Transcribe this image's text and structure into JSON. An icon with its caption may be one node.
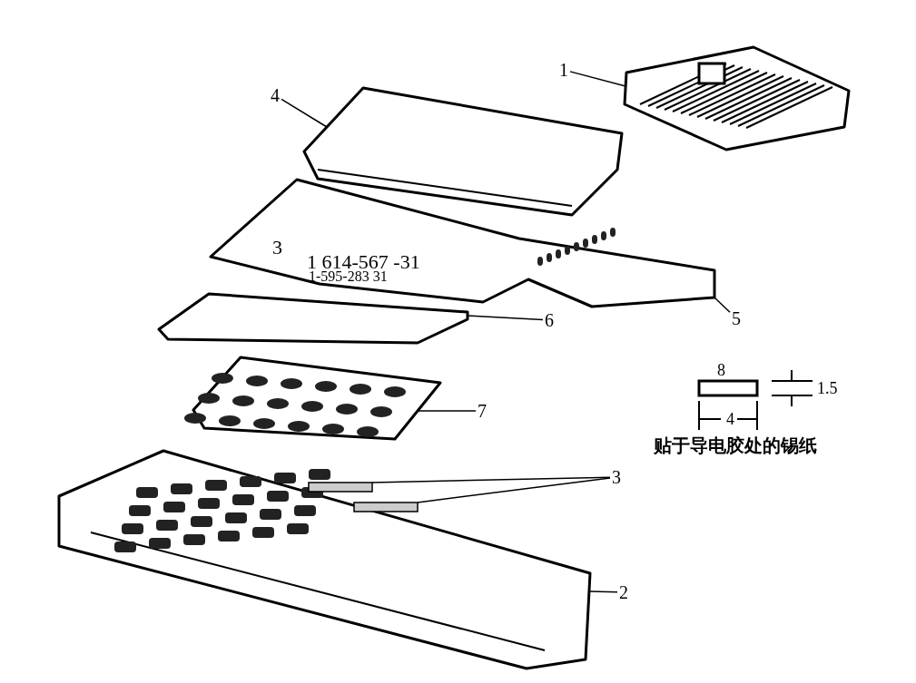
{
  "diagram": {
    "nodes": [
      {
        "text": [
          "1"
        ]
      },
      {
        "text": [],
        "shape": "picture"
      },
      {
        "text": [
          "4"
        ]
      },
      {
        "text": [],
        "shape": "picture"
      },
      {
        "text": [],
        "shape": "picture"
      },
      {
        "text": [
          "5"
        ]
      },
      {
        "text": [],
        "shape": "picture"
      },
      {
        "text": [
          "6"
        ]
      },
      {
        "text": [],
        "shape": "picture"
      },
      {
        "text": [
          "7"
        ]
      },
      {
        "text": [
          "3"
        ]
      },
      {
        "text": [],
        "shape": "picture"
      },
      {
        "text": [],
        "shape": "box",
        "in": 11
      },
      {
        "text": [],
        "shape": "box",
        "in": 11
      },
      {
        "text": [
          "2"
        ]
      }
    ],
    "edges": [
      {
        "from": 0,
        "to": 1,
        "arrow": "none"
      },
      {
        "from": 2,
        "to": 3,
        "arrow": "none"
      },
      {
        "from": 5,
        "to": 4,
        "arrow": "none"
      },
      {
        "from": 7,
        "to": 6,
        "arrow": "none"
      },
      {
        "from": 9,
        "to": 8,
        "arrow": "none"
      },
      {
        "from": 10,
        "to": 12,
        "arrow": "none"
      },
      {
        "from": 10,
        "to": 13,
        "arrow": "none"
      },
      {
        "from": 14,
        "to": 11,
        "arrow": "none"
      }
    ],
    "labels": [
      "3",
      "1 614-567 -31",
      "1-595-283 31",
      "8",
      "1.5",
      "4",
      "贴于导电胶处的锡纸"
    ]
  }
}
